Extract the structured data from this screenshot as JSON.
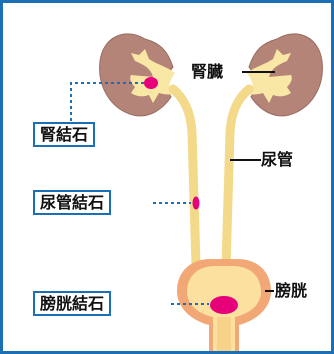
{
  "diagram": {
    "callouts": {
      "kidney_stone": "腎結石",
      "ureter_stone": "尿管結石",
      "bladder_stone": "膀胱結石"
    },
    "organs": {
      "kidney": "腎臓",
      "ureter": "尿管",
      "bladder": "膀胱"
    }
  },
  "colors": {
    "frame": "#1a6fb5",
    "kidney": "#b58478",
    "renal_pelvis": "#f9e7a6",
    "ureter": "#f3d98a",
    "bladder_wall": "#f2a777",
    "bladder_inner": "#fbe0a0",
    "stone": "#e6007a",
    "leader_dotted": "#1a6fb5",
    "leader_solid": "#111111"
  }
}
